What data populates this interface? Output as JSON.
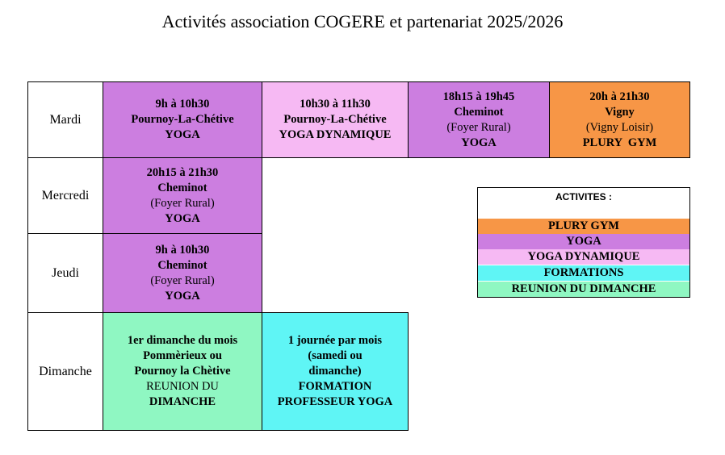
{
  "title": "Activités association COGERE et partenariat 2025/2026",
  "days": {
    "mardi": "Mardi",
    "mercredi": "Mercredi",
    "jeudi": "Jeudi",
    "dimanche": "Dimanche"
  },
  "slots": {
    "mardi_1": {
      "time": "9h à 10h30",
      "place": "Pournoy-La-Chétive",
      "activity": "YOGA"
    },
    "mardi_2": {
      "time": "10h30 à 11h30",
      "place": "Pournoy-La-Chétive",
      "activity": "YOGA DYNAMIQUE"
    },
    "mardi_3": {
      "time": "18h15 à 19h45",
      "place": "Cheminot",
      "venue": "(Foyer Rural)",
      "activity": "YOGA"
    },
    "mardi_4": {
      "time": "20h à 21h30",
      "place": "Vigny",
      "venue": "(Vigny Loisir)",
      "activity": "PLURY  GYM"
    },
    "mercredi_1": {
      "time": "20h15 à 21h30",
      "place": "Cheminot",
      "venue": "(Foyer Rural)",
      "activity": "YOGA"
    },
    "jeudi_1": {
      "time": "9h à 10h30",
      "place": "Cheminot",
      "venue": "(Foyer Rural)",
      "activity": "YOGA"
    },
    "dimanche_1": {
      "line1": "1er dimanche du mois",
      "line2": "Pommèrieux ou",
      "line3": "Pournoy la Chètive",
      "line4": "REUNION DU",
      "line5": "DIMANCHE"
    },
    "dimanche_2": {
      "line1": "1 journée par mois",
      "line2": "(samedi ou",
      "line3": "dimanche)",
      "line4": "FORMATION",
      "line5": "PROFESSEUR YOGA"
    }
  },
  "legend": {
    "title": "ACTIVITES :",
    "items": [
      "PLURY GYM",
      "YOGA",
      "YOGA DYNAMIQUE",
      "FORMATIONS",
      "REUNION DU DIMANCHE"
    ]
  },
  "colors": {
    "plury_gym": "#f79646",
    "yoga": "#cc7ee0",
    "yoga_dynamique": "#f6b9f3",
    "formations": "#5ff5f5",
    "reunion_du_dimanche": "#8ff7c2"
  }
}
